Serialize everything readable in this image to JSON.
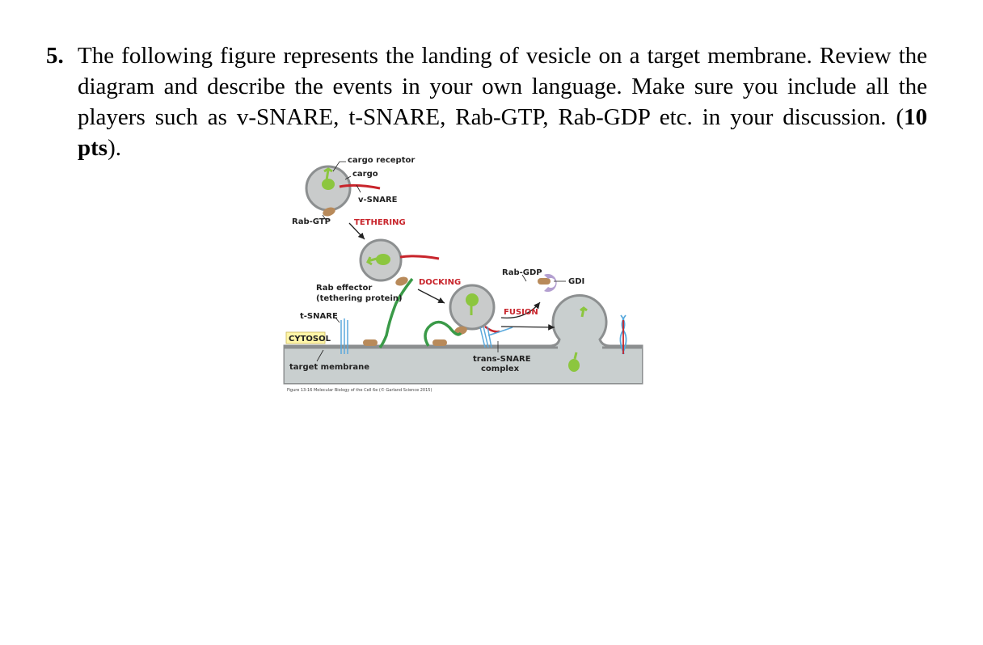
{
  "question": {
    "number": "5.",
    "text_main": "The following figure represents the landing of vesicle on a target membrane. Review the diagram and describe the events in your own language. Make sure you include all the players such as v-SNARE, t-SNARE, Rab-GTP, Rab-GDP etc. in your discussion. (",
    "points": "10 pts",
    "text_end": ")."
  },
  "figure": {
    "labels": {
      "cargo_receptor": "cargo receptor",
      "cargo": "cargo",
      "v_snare": "v-SNARE",
      "rab_gtp": "Rab-GTP",
      "tethering": "TETHERING",
      "rab_effector_1": "Rab effector",
      "rab_effector_2": "(tethering protein)",
      "t_snare": "t-SNARE",
      "cytosol": "CYTOSOL",
      "target_membrane": "target membrane",
      "docking": "DOCKING",
      "rab_gdp": "Rab-GDP",
      "gdi": "GDI",
      "fusion": "FUSION",
      "trans_snare_1": "trans-SNARE",
      "trans_snare_2": "complex",
      "caption": "Figure 13-16 Molecular Biology of the Cell 6e (© Garland Science 2015)"
    },
    "colors": {
      "vesicle": "#c9cbcb",
      "vesicle_outline": "#8c8f90",
      "membrane": "#c9cfcf",
      "cargo": "#8cc63f",
      "v_snare": "#c8242b",
      "t_snare": "#5aa9dc",
      "rab": "#b88a5a",
      "tether": "#3a9a48",
      "gdi": "#b39fd0",
      "label_red": "#c8242b",
      "cytosol_box": "#fff6a8"
    }
  }
}
